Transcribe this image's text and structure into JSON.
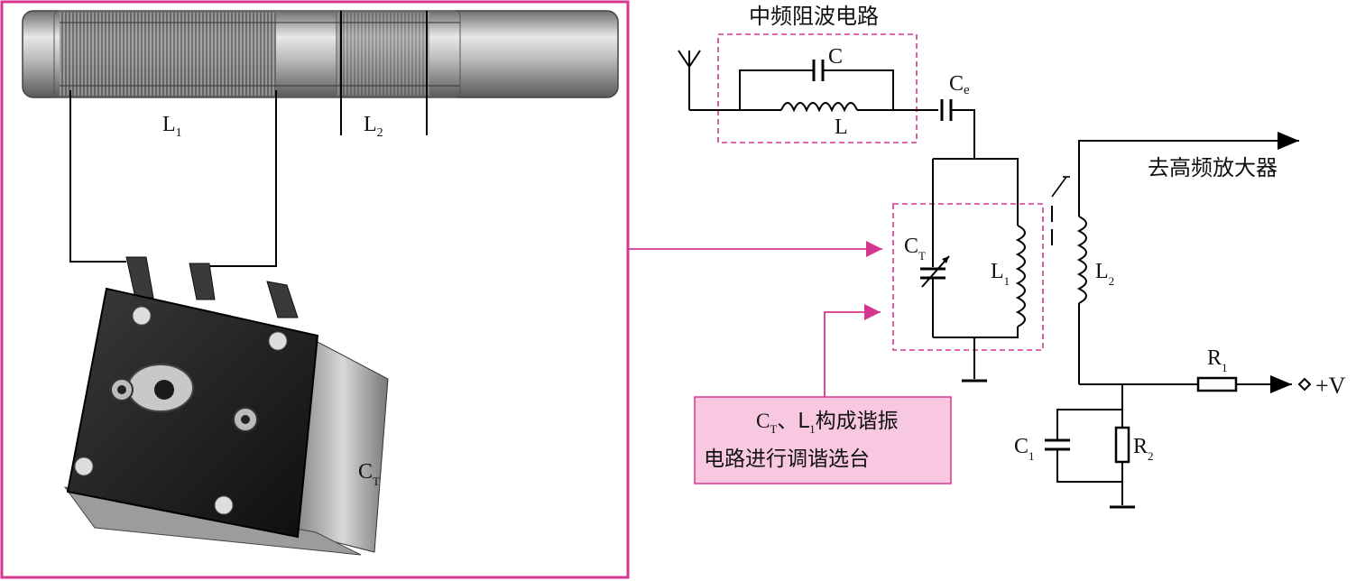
{
  "photo_panel": {
    "border_color": "#d6368f",
    "coil1_label": "L",
    "coil1_sub": "1",
    "coil2_label": "L",
    "coil2_sub": "2",
    "capacitor_label": "C",
    "capacitor_sub": "T"
  },
  "circuit": {
    "title": "中频阻波电路",
    "trap_cap_label": "C",
    "trap_coil_label": "L",
    "coupling_cap_label": "C",
    "coupling_cap_sub": "e",
    "tuning_cap_label": "C",
    "tuning_cap_sub": "T",
    "tank_coil_label": "L",
    "tank_coil_sub": "1",
    "secondary_coil_label": "L",
    "secondary_coil_sub": "2",
    "output_label": "去高频放大器",
    "r1_label": "R",
    "r1_sub": "1",
    "r2_label": "R",
    "r2_sub": "2",
    "c1_label": "C",
    "c1_sub": "1",
    "supply_label": "+V"
  },
  "callout": {
    "line1_a": "C",
    "line1_a_sub": "T",
    "line1_b": "、L",
    "line1_b_sub": "1",
    "line1_c": "构成谐振",
    "line2": "电路进行调谐选台",
    "fill_color": "#f7c8e0",
    "border_color": "#d6368f"
  }
}
